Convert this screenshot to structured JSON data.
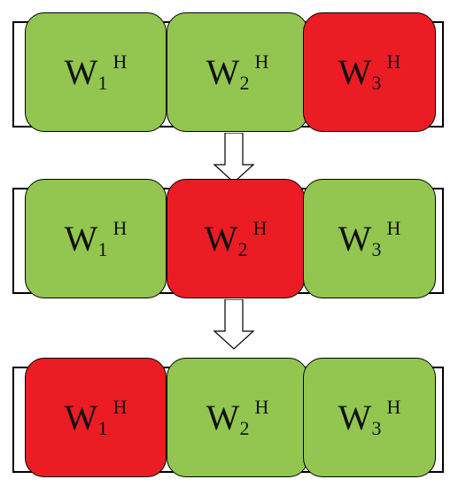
{
  "colors": {
    "normal": "#92c650",
    "active": "#ec1c24",
    "stroke": "#000000"
  },
  "rows": [
    {
      "cells": [
        {
          "main": "W",
          "sub": "1",
          "sup": "H",
          "state": "normal"
        },
        {
          "main": "W",
          "sub": "2",
          "sup": "H",
          "state": "normal"
        },
        {
          "main": "W",
          "sub": "3",
          "sup": "H",
          "state": "active"
        }
      ]
    },
    {
      "cells": [
        {
          "main": "W",
          "sub": "1",
          "sup": "H",
          "state": "normal"
        },
        {
          "main": "W",
          "sub": "2",
          "sup": "H",
          "state": "active"
        },
        {
          "main": "W",
          "sub": "3",
          "sup": "H",
          "state": "normal"
        }
      ]
    },
    {
      "cells": [
        {
          "main": "W",
          "sub": "1",
          "sup": "H",
          "state": "active"
        },
        {
          "main": "W",
          "sub": "2",
          "sup": "H",
          "state": "normal"
        },
        {
          "main": "W",
          "sub": "3",
          "sup": "H",
          "state": "normal"
        }
      ]
    }
  ],
  "arrows": [
    {
      "icon": "down-arrow-icon"
    },
    {
      "icon": "down-arrow-icon"
    }
  ]
}
